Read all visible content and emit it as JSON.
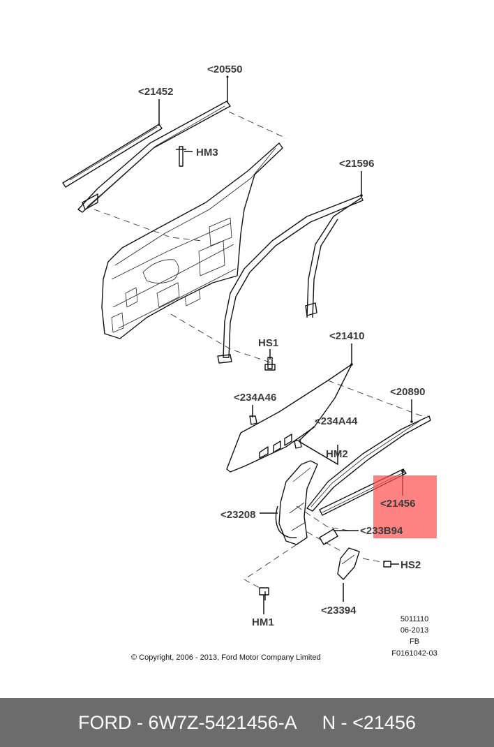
{
  "callouts": {
    "c20550": "<20550",
    "c21452": "<21452",
    "hm3": "HM3",
    "c21596": "<21596",
    "hs1": "HS1",
    "c21410": "<21410",
    "c234a46": "<234A46",
    "c234a44": "<234A44",
    "c20890": "<20890",
    "hm2": "HM2",
    "c21456": "<21456",
    "c23208": "<23208",
    "c233b94": "<233B94",
    "hs2": "HS2",
    "c23394": "<23394",
    "hm1": "HM1"
  },
  "stamp": {
    "line1": "5011110",
    "line2": "06-2013",
    "line3": "FB",
    "line4": "F0161042-03"
  },
  "copyright": "© Copyright, 2006 - 2013, Ford Motor Company Limited",
  "footer": {
    "text": "FORD - 6W7Z-5421456-A     N - <21456"
  },
  "colors": {
    "highlight": "#ff4d4d",
    "footer_bg": "#6c6c6c",
    "footer_text": "#ffffff"
  }
}
